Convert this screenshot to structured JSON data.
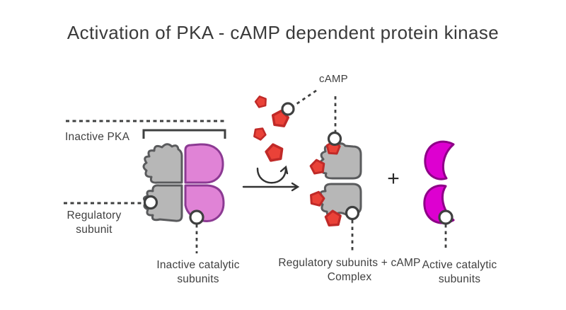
{
  "title": "Activation of PKA - cAMP dependent protein kinase",
  "labels": {
    "inactive_pka": "Inactive PKA",
    "regulatory_subunit": "Regulatory subunit",
    "camp": "cAMP",
    "inactive_catalytic_subunits": "Inactive catalytic subunits",
    "regulatory_camp_complex": "Regulatory subunits + cAMP Complex",
    "active_catalytic_subunits": "Active catalytic subunits",
    "plus_sign": "+"
  },
  "colors": {
    "background": "#ffffff",
    "text": "#3f3f3f",
    "line": "#3f4040",
    "gray-fill": "#b7b7b7",
    "gray-stroke": "#5a5b5d",
    "pink-fill": "#e083d6",
    "pink-stroke": "#8c3a93",
    "magenta-fill": "#dd00d0",
    "magenta-stroke": "#8e0087",
    "red-fill": "#ea4238",
    "red-stroke": "#c02a28",
    "site-stroke": "#3f4040"
  }
}
